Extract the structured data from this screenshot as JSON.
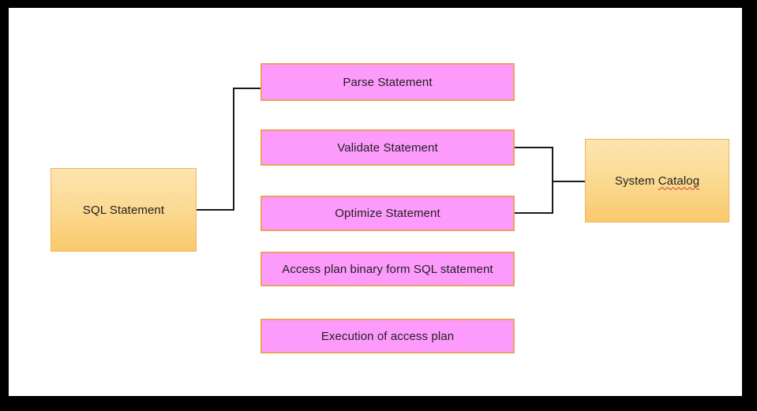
{
  "diagram": {
    "type": "flowchart",
    "frame_color": "#000000",
    "canvas_color": "#ffffff",
    "connector_color": "#1a1a1a",
    "text_color": "#1f1f1f",
    "orange_fill_top": "#fce5b0",
    "orange_fill_bottom": "#fac96c",
    "orange_border": "#f2b259",
    "pink_fill": "#fd9bfd",
    "pink_border": "#eda05f",
    "spellcheck_underline_color": "#d83b2d"
  },
  "nodes": {
    "sql_statement": {
      "label": "SQL Statement",
      "style": "orange"
    },
    "parse": {
      "label": "Parse Statement",
      "style": "pink"
    },
    "validate": {
      "label": "Validate Statement",
      "style": "pink"
    },
    "optimize": {
      "label": "Optimize Statement",
      "style": "pink"
    },
    "access_plan": {
      "label": "Access plan binary form SQL statement",
      "style": "pink"
    },
    "execution": {
      "label": "Execution of access plan",
      "style": "pink"
    },
    "system_catalog": {
      "label": "System Catalog",
      "label_word1": "System ",
      "label_word2": "Catalog",
      "style": "orange",
      "spellcheck_marked": "Catalog"
    }
  },
  "connections": [
    {
      "from": "sql_statement",
      "to": "parse"
    },
    {
      "from": "validate",
      "to": "system_catalog"
    },
    {
      "from": "optimize",
      "to": "system_catalog"
    }
  ]
}
